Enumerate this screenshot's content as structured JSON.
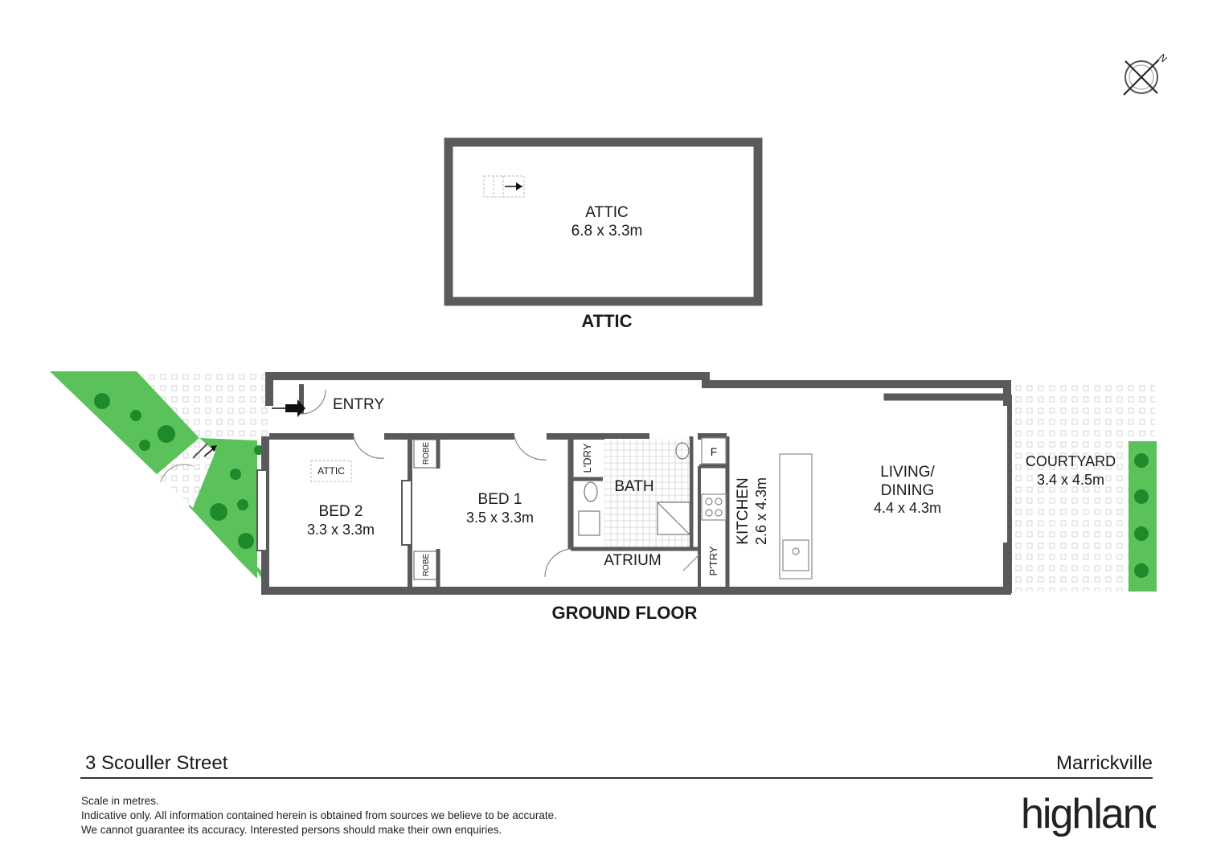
{
  "plan": {
    "attic_title": "ATTIC",
    "ground_title": "GROUND FLOOR",
    "rooms": {
      "attic": {
        "name": "ATTIC",
        "size": "6.8 x 3.3m"
      },
      "entry": {
        "name": "ENTRY"
      },
      "bed2": {
        "name": "BED 2",
        "size": "3.3 x 3.3m",
        "attic_hatch": "ATTIC"
      },
      "robe_top": {
        "name": "ROBE"
      },
      "robe_bottom": {
        "name": "ROBE"
      },
      "bed1": {
        "name": "BED 1",
        "size": "3.5 x 3.3m"
      },
      "laundry": {
        "name": "L'DRY"
      },
      "bath": {
        "name": "BATH"
      },
      "atrium": {
        "name": "ATRIUM"
      },
      "fridge": {
        "name": "F"
      },
      "pantry": {
        "name": "P'TRY"
      },
      "kitchen": {
        "name": "KITCHEN",
        "size": "2.6 x 4.3m"
      },
      "living": {
        "name": "LIVING/",
        "name2": "DINING",
        "size": "4.4 x 4.3m"
      },
      "courtyard": {
        "name": "COURTYARD",
        "size": "3.4 x 4.5m"
      }
    },
    "compass_letter": "N",
    "colors": {
      "wall": "#5a5a5a",
      "garden": "#5bc25b",
      "plant": "#1f8a2a",
      "paving": "#d9d9d9"
    }
  },
  "footer": {
    "address": "3 Scouller Street",
    "suburb": "Marrickville",
    "disclaimer": [
      "Scale in metres.",
      "Indicative only. All information contained herein is obtained from sources we believe to be accurate.",
      "We cannot guarantee its accuracy. Interested persons should make their own enquiries."
    ],
    "brand": "highland"
  }
}
